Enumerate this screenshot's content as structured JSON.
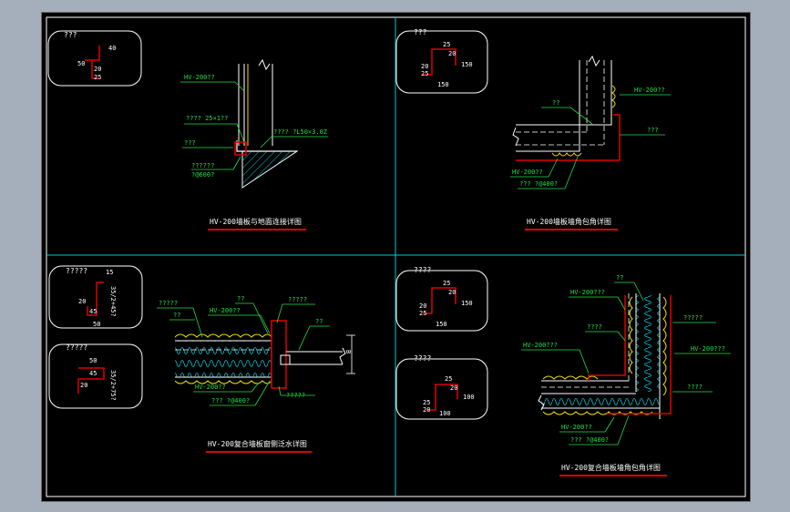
{
  "colors": {
    "background": "#000000",
    "frame": "#ffffff",
    "cyan": "#00c8d6",
    "green": "#22e048",
    "red": "#e00000",
    "yellow": "#f0e000",
    "white": "#ffffff"
  },
  "panels": [
    {
      "title": "HV-200墙板与地面连接详图",
      "insets": [
        {
          "header": "???",
          "dims": [
            "40",
            "50",
            "20",
            "25"
          ]
        }
      ],
      "labels": [
        "HV-200??",
        "???? 25×1??",
        "???? ?L50×3.0Z",
        "???",
        "??????",
        "?@600?"
      ]
    },
    {
      "title": "HV-200墙板墙角包角详图",
      "insets": [
        {
          "header": "???",
          "dims": [
            "25",
            "20",
            "150",
            "20",
            "25",
            "150"
          ]
        }
      ],
      "labels": [
        "??",
        "HV-200??",
        "???",
        "HV-200??",
        "??? ?@400?"
      ]
    },
    {
      "title": "HV-200复合墙板窗侧泛水详图",
      "insets": [
        {
          "header": "?????",
          "dims": [
            "15",
            "20",
            "45",
            "50",
            "35/2+45?"
          ]
        },
        {
          "header": "?????",
          "dims": [
            "50",
            "45",
            "20",
            "35/2+75?"
          ]
        }
      ],
      "labels": [
        "?????",
        "??",
        "HV-200??",
        "??",
        "?????",
        "??",
        "B",
        "HV-200??",
        "??? ?@400?",
        "?????"
      ]
    },
    {
      "title": "HV-200复合墙板墙角包角详图",
      "insets": [
        {
          "header": "????",
          "dims": [
            "25",
            "20",
            "150",
            "20",
            "25",
            "150"
          ]
        },
        {
          "header": "????",
          "dims": [
            "25",
            "20",
            "100",
            "25",
            "20",
            "100"
          ]
        }
      ],
      "labels": [
        "??",
        "HV-200???",
        "????",
        "?????",
        "HV-200???",
        "HV-200???",
        "????",
        "HV-200??",
        "??? ?@400?"
      ]
    }
  ]
}
